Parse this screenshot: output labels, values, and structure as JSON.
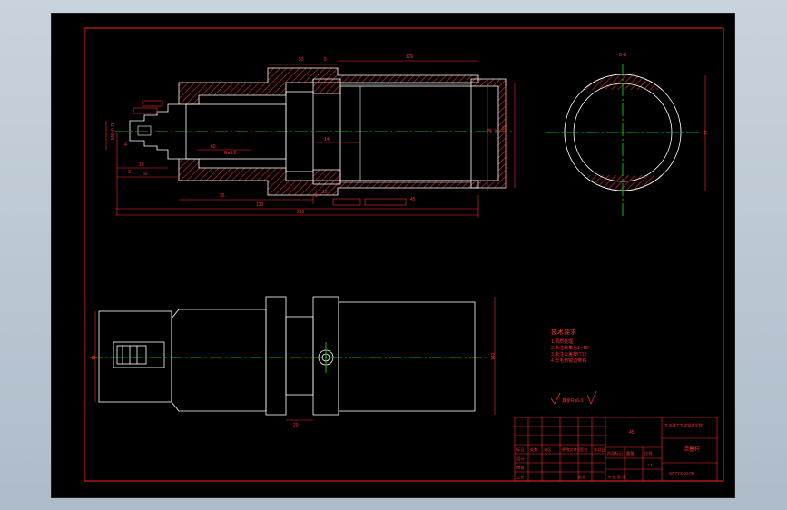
{
  "drawing": {
    "colors": {
      "background": "#000000",
      "border": "#ff2020",
      "outline": "#ffffff",
      "dimension": "#ff2a2a",
      "hatch": "#d42a2a",
      "centerline": "#19e619",
      "annotation": "#ff3030"
    },
    "section_label": "B-B",
    "dims_top": [
      "53",
      "5",
      "126"
    ],
    "dims_bottom": [
      "1",
      "35",
      "130",
      "215",
      "10"
    ],
    "dims_left": [
      "M8×0.75",
      "4",
      "10",
      "3",
      "50"
    ],
    "dims_right": [
      "38",
      "66",
      "130"
    ],
    "dims_mid": [
      "60",
      "14",
      "45"
    ],
    "rough_small": "Ra3.2",
    "side_dim": "77",
    "bottom_dims": [
      "19",
      "140",
      "20"
    ],
    "tech_req": {
      "title": "技术要求",
      "lines": [
        "1.调质处理",
        "2.未注倒角为1×45°",
        "3.未注公差按IT12",
        "4.去毛刺锐边倒钝"
      ]
    },
    "rough_note": "其余Ra6.3",
    "title_block": {
      "school": "大连理工大学城市学院",
      "drawing_name": "活塞杆",
      "drawing_no": "WYTYS-04-09",
      "scale": "1:1",
      "material": "45",
      "sheet": "共 张 第 张",
      "row_labels": [
        "标记",
        "处数",
        "分区",
        "更改文件号",
        "签名",
        "年月日"
      ],
      "roles": [
        "设计",
        "审核",
        "工艺",
        "批准"
      ],
      "cols": [
        "阶段标记",
        "重量",
        "比例"
      ]
    }
  }
}
